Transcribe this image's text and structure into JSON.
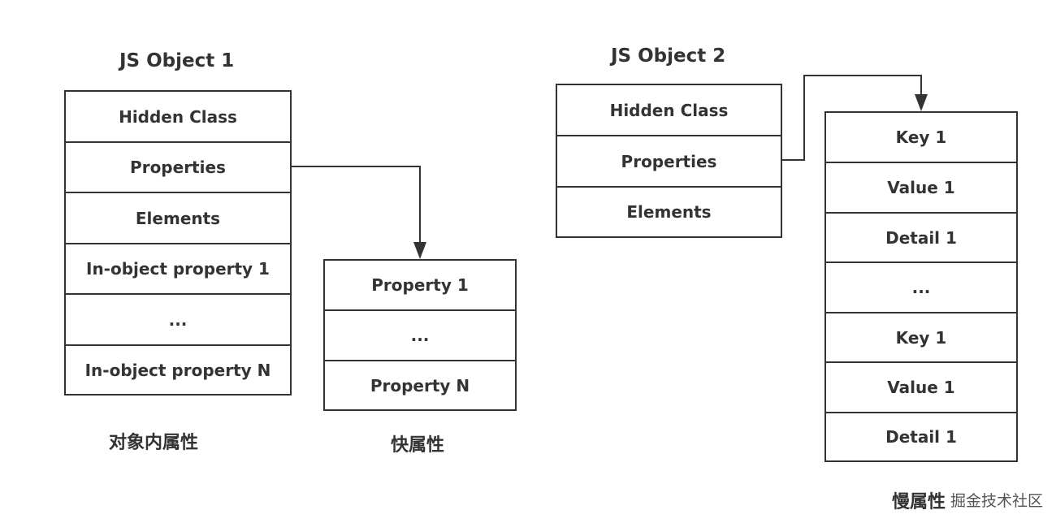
{
  "objects": {
    "obj1": {
      "title": "JS Object 1",
      "cells": [
        "Hidden Class",
        "Properties",
        "Elements",
        "In-object property 1",
        "...",
        "In-object property N"
      ],
      "caption": "对象内属性"
    },
    "fast": {
      "cells": [
        "Property 1",
        "...",
        "Property N"
      ],
      "caption": "快属性"
    },
    "obj2": {
      "title": "JS Object 2",
      "cells": [
        "Hidden Class",
        "Properties",
        "Elements"
      ]
    },
    "slow": {
      "cells": [
        "Key 1",
        "Value 1",
        "Detail 1",
        "...",
        "Key 1",
        "Value 1",
        "Detail 1"
      ],
      "caption": "慢属性"
    }
  },
  "watermark": "掘金技术社区",
  "colors": {
    "stroke": "#333333",
    "text": "#333333",
    "background": "#ffffff"
  }
}
